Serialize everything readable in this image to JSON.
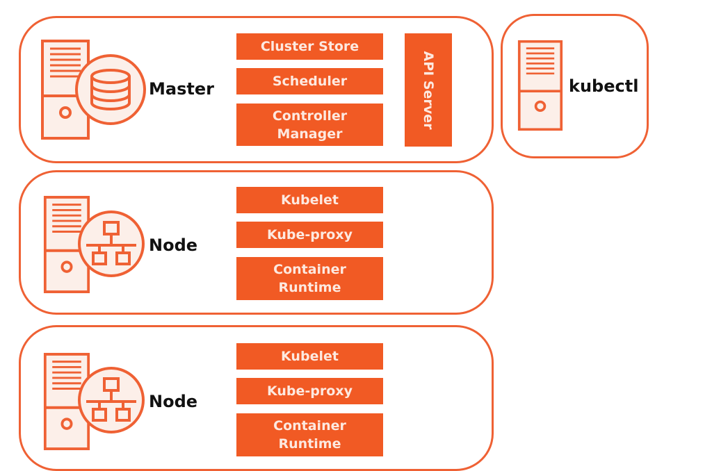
{
  "colors": {
    "accent": "#f15a24",
    "outline": "#ef6134",
    "icon_fill": "#fcefe9",
    "label": "#111111"
  },
  "master": {
    "label": "Master",
    "icon": "database-icon",
    "components": [
      "Cluster Store",
      "Scheduler",
      "Controller Manager"
    ],
    "api_server": "API Server"
  },
  "client": {
    "label": "kubectl",
    "icon": "server-icon"
  },
  "nodes": [
    {
      "label": "Node",
      "icon": "network-icon",
      "components": [
        "Kubelet",
        "Kube-proxy",
        "Container Runtime"
      ]
    },
    {
      "label": "Node",
      "icon": "network-icon",
      "components": [
        "Kubelet",
        "Kube-proxy",
        "Container Runtime"
      ]
    }
  ]
}
